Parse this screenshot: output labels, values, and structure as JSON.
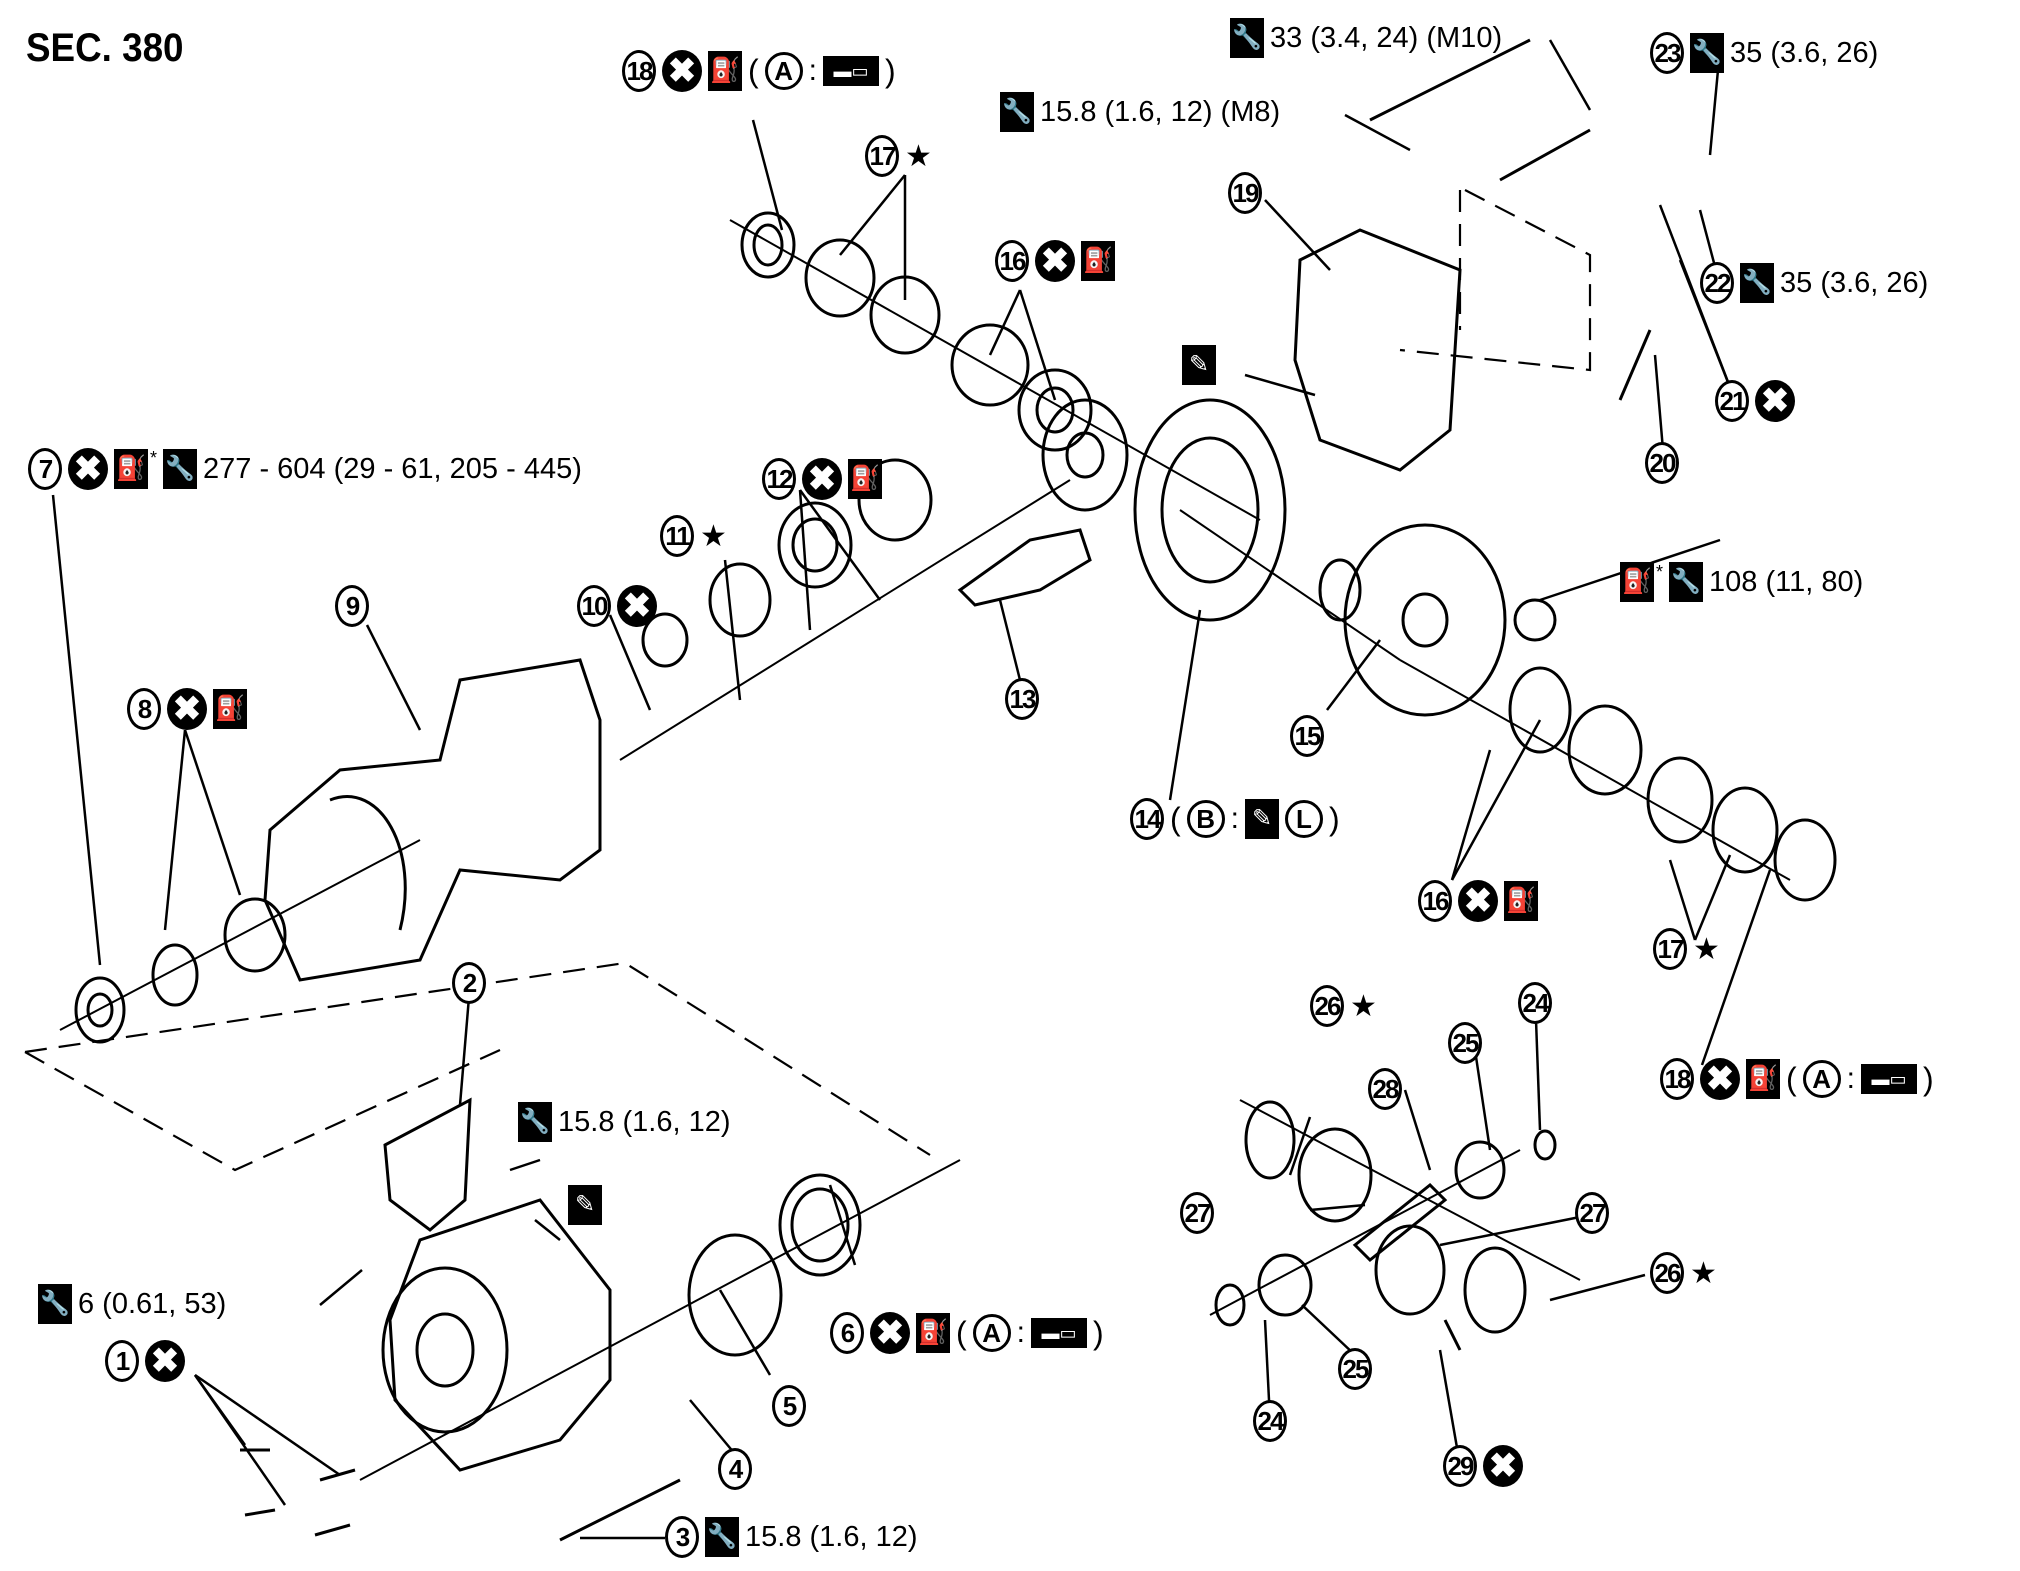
{
  "section": "SEC. 380",
  "legend_symbols": {
    "x": "replace-mark",
    "oil": "apply-gear-oil",
    "torque": "tightening-torque",
    "sealant": "apply-sealant",
    "grease": "apply-grease"
  },
  "callouts": {
    "c1": {
      "num": "1",
      "x": "✖"
    },
    "c2": {
      "num": "2"
    },
    "c3": {
      "num": "3",
      "spec": "15.8 (1.6, 12)"
    },
    "c4": {
      "num": "4"
    },
    "c5": {
      "num": "5"
    },
    "c6": {
      "num": "6",
      "x": "✖",
      "letter": "A",
      "colon": ":"
    },
    "c7": {
      "num": "7",
      "x": "✖",
      "asterisk": "*",
      "spec": "277 - 604 (29 - 61, 205 - 445)"
    },
    "c8": {
      "num": "8",
      "x": "✖"
    },
    "c9": {
      "num": "9"
    },
    "c10": {
      "num": "10",
      "x": "✖"
    },
    "c11": {
      "num": "11",
      "star": "★"
    },
    "c12": {
      "num": "12",
      "x": "✖"
    },
    "c13": {
      "num": "13"
    },
    "c14": {
      "num": "14",
      "letter1": "B",
      "colon": ":",
      "letter2": "L"
    },
    "c15": {
      "num": "15"
    },
    "c16a": {
      "num": "16",
      "x": "✖"
    },
    "c16b": {
      "num": "16",
      "x": "✖"
    },
    "c17a": {
      "num": "17",
      "star": "★"
    },
    "c17b": {
      "num": "17",
      "star": "★"
    },
    "c18a": {
      "num": "18",
      "x": "✖",
      "letter": "A",
      "colon": ":"
    },
    "c18b": {
      "num": "18",
      "x": "✖",
      "letter": "A",
      "colon": ":"
    },
    "c19": {
      "num": "19"
    },
    "c20": {
      "num": "20"
    },
    "c21": {
      "num": "21",
      "x": "✖"
    },
    "c22": {
      "num": "22",
      "spec": "35 (3.6, 26)"
    },
    "c23": {
      "num": "23",
      "spec": "35 (3.6, 26)"
    },
    "c24a": {
      "num": "24"
    },
    "c24b": {
      "num": "24"
    },
    "c25a": {
      "num": "25"
    },
    "c25b": {
      "num": "25"
    },
    "c26a": {
      "num": "26",
      "star": "★"
    },
    "c26b": {
      "num": "26",
      "star": "★"
    },
    "c27a": {
      "num": "27"
    },
    "c27b": {
      "num": "27"
    },
    "c28": {
      "num": "28"
    },
    "c29": {
      "num": "29",
      "x": "✖"
    }
  },
  "torque_specs": {
    "m10_bolt": "33 (3.4, 24) (M10)",
    "m8_bolt": "15.8 (1.6, 12) (M8)",
    "diff_case_bolt": "108 (11, 80)",
    "bracket_bolt": "15.8 (1.6, 12)",
    "drain_plug": "6 (0.61, 53)"
  },
  "misc": {
    "asterisk": "*",
    "open_paren": "(",
    "close_paren": ")"
  }
}
